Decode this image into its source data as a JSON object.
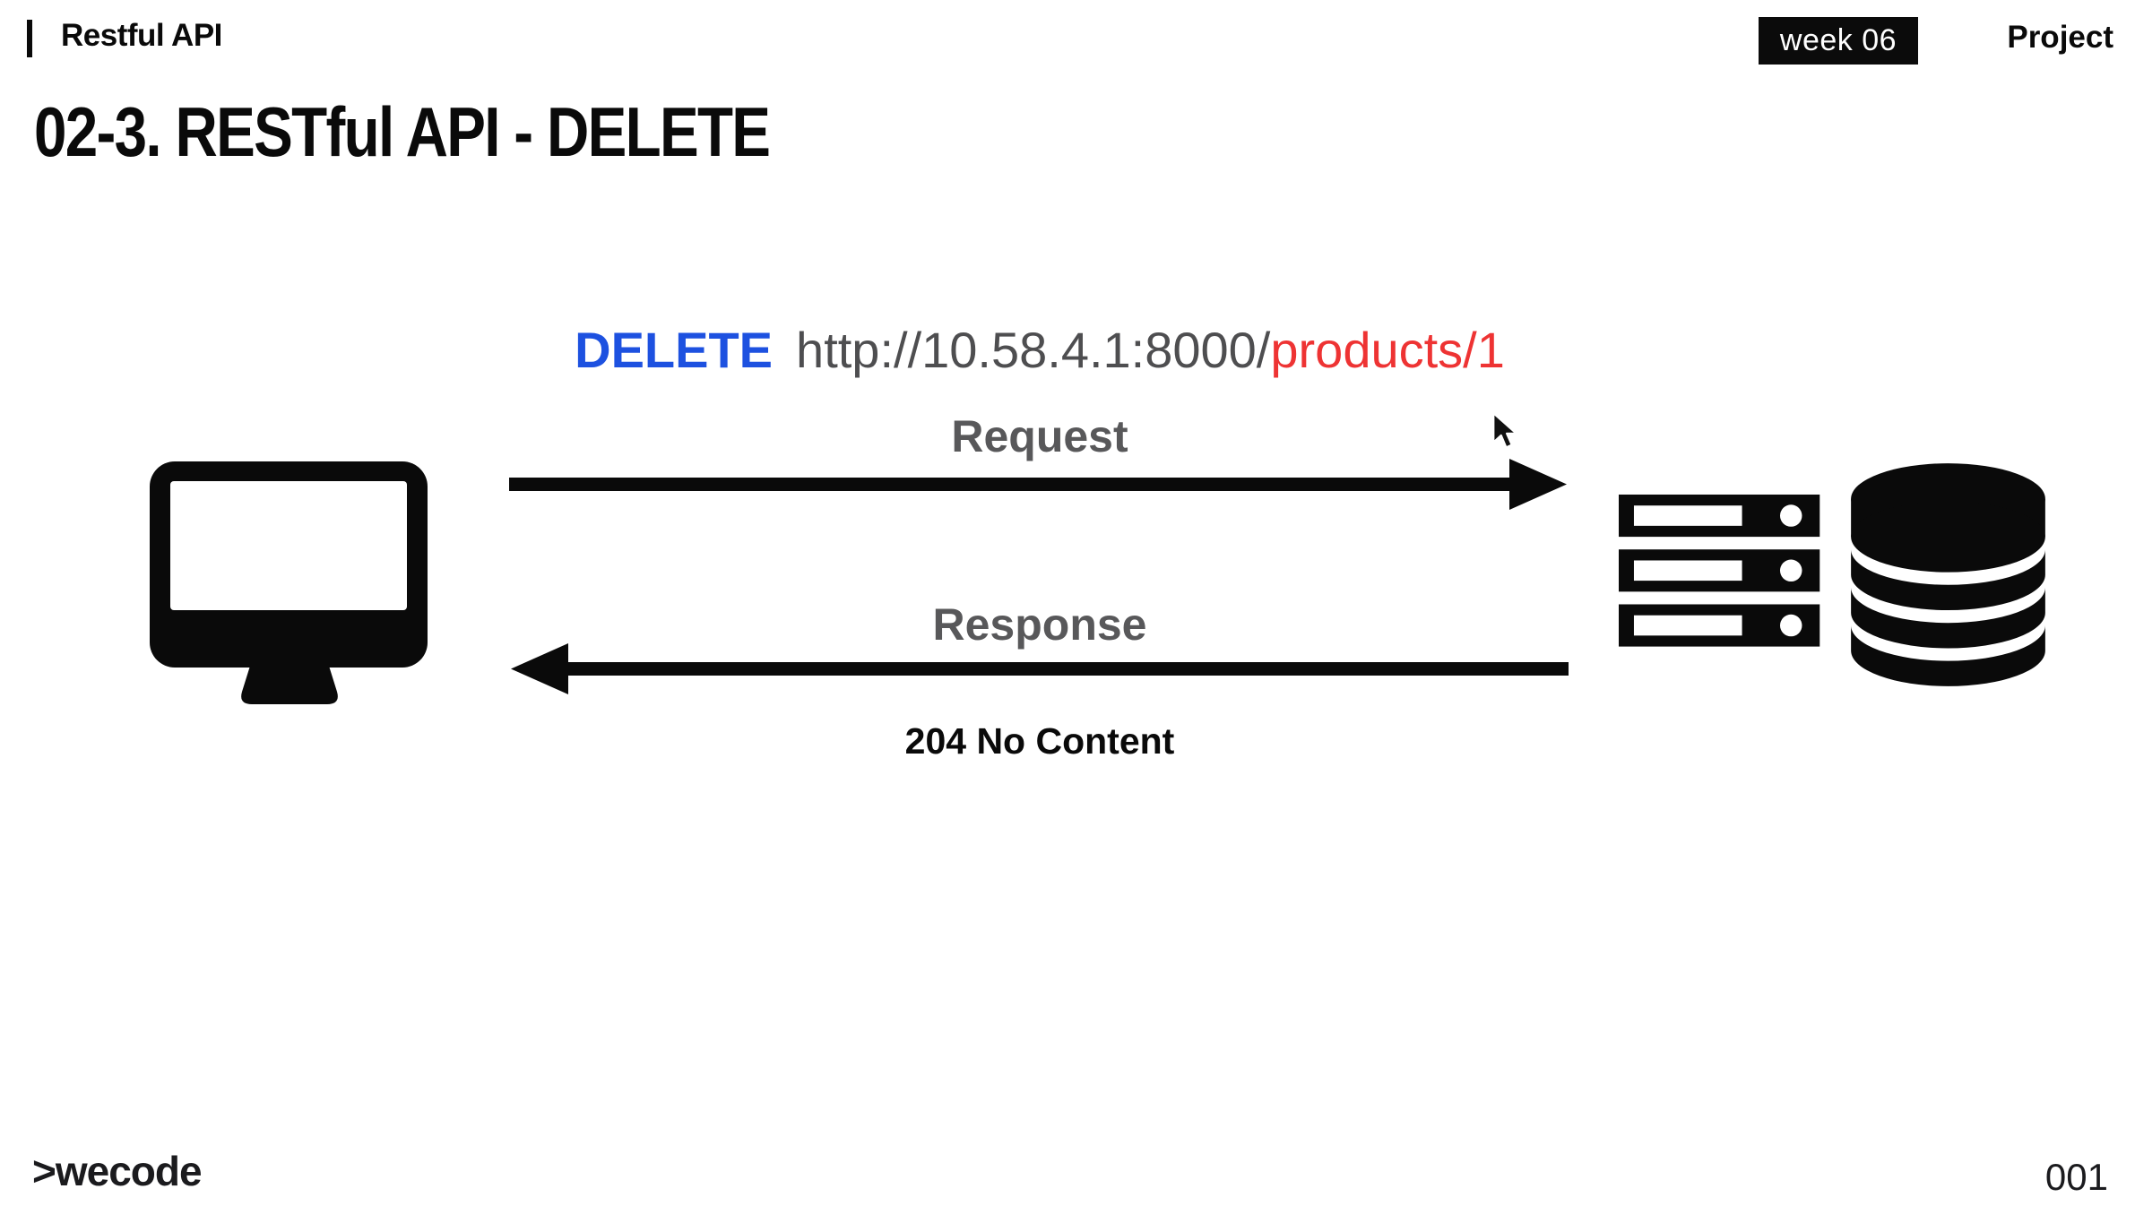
{
  "header": {
    "deck_title": "Restful API",
    "week_badge": "week 06",
    "project_label": "Project"
  },
  "slide": {
    "title": "02-3. RESTful API - DELETE",
    "logo": ">wecode",
    "page_number": "001"
  },
  "request": {
    "method": "DELETE",
    "url_base": "http://10.58.4.1:8000/",
    "url_resource": "products/1",
    "arrow_label": "Request",
    "arrow_direction": "client-to-server"
  },
  "response": {
    "arrow_label": "Response",
    "status": "204 No Content",
    "arrow_direction": "server-to-client"
  },
  "icons": {
    "client": "desktop-computer-icon",
    "server": "server-rack-database-icon",
    "cursor": "mouse-cursor-arrow-icon"
  },
  "colors": {
    "method_blue": "#1d51e0",
    "resource_red": "#ee3333",
    "url_gray": "#4e4e50",
    "label_gray": "#58585a",
    "ink_black": "#0a0a0a",
    "badge_bg": "#0b0b0b",
    "background": "#ffffff"
  }
}
